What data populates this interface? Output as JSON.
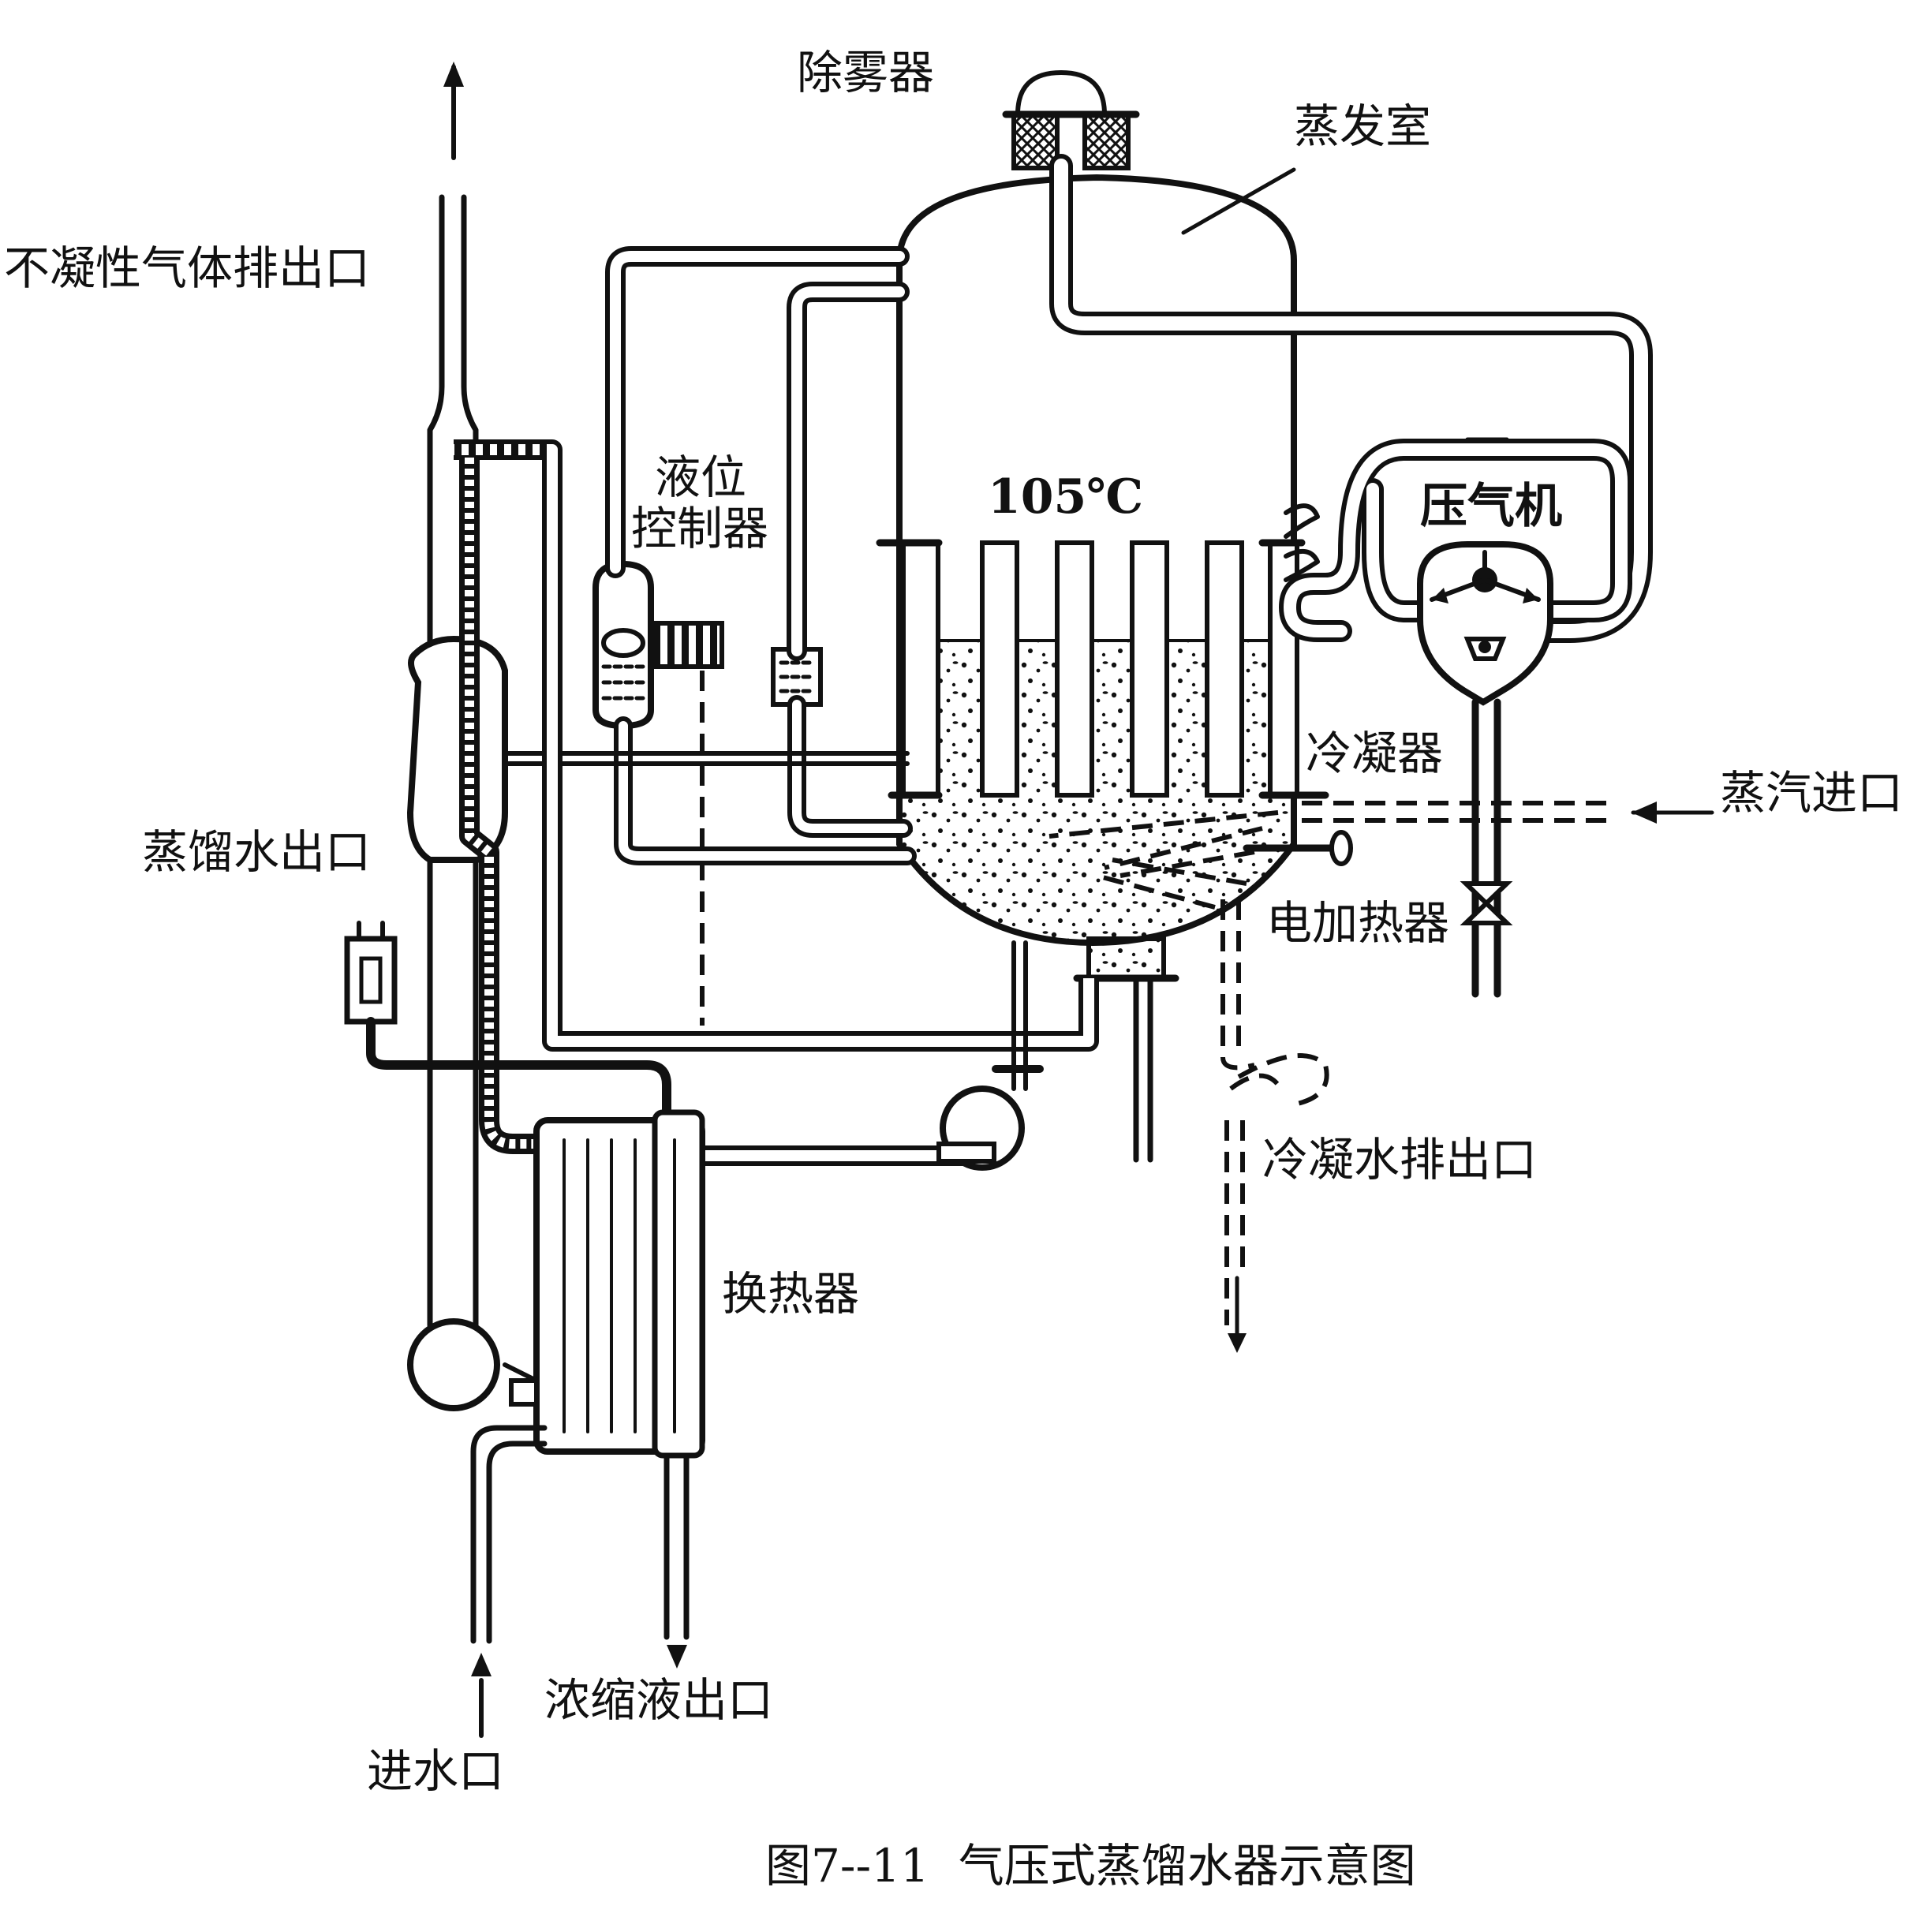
{
  "labels": {
    "mist_eliminator": "除雾器",
    "evaporation_chamber": "蒸发室",
    "noncondensable_gas_outlet": "不凝性气体排出口",
    "level_controller_line1": "液位",
    "level_controller_line2": "控制器",
    "temperature": "105℃",
    "compressor": "压气机",
    "condenser": "冷凝器",
    "steam_inlet": "蒸汽进口",
    "distilled_water_outlet": "蒸馏水出口",
    "electric_heater": "电加热器",
    "condensate_drain_outlet": "冷凝水排出口",
    "heat_exchanger": "换热器",
    "concentrate_outlet": "浓缩液出口",
    "water_inlet": "进水口"
  },
  "caption": "图7--11  气压式蒸馏水器示意图"
}
